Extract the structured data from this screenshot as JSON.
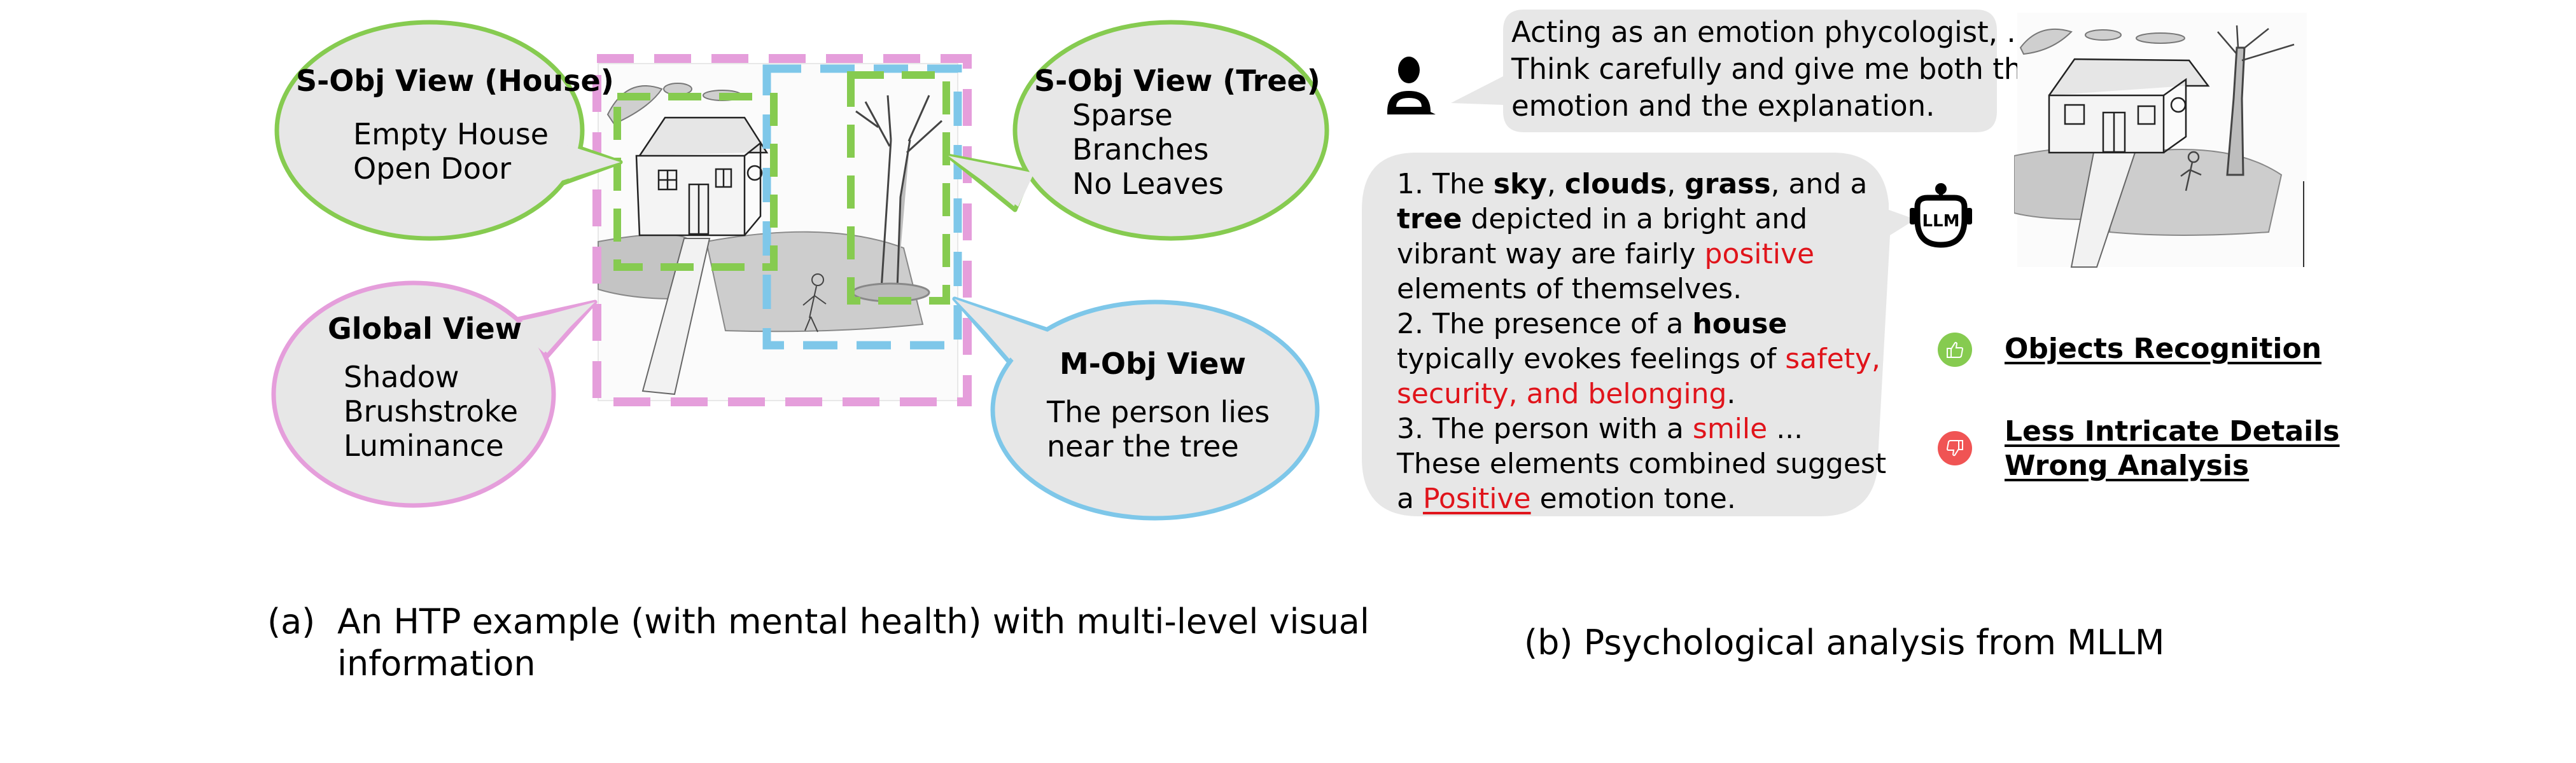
{
  "colors": {
    "global_view": "#e59edb",
    "single_object_view": "#86cb50",
    "multi_object_view": "#7ec7e9",
    "bubble_fill": "#e7e7e7",
    "highlight_red": "#e0141b",
    "thumb_up": "#86cb50",
    "thumb_down": "#f05454"
  },
  "panel_a": {
    "bubbles": {
      "house": {
        "title": "S-Obj View (House)",
        "lines": [
          "Empty House",
          "Open Door"
        ]
      },
      "tree": {
        "title": "S-Obj View (Tree)",
        "lines": [
          "Sparse",
          "Branches",
          "No Leaves"
        ]
      },
      "global": {
        "title": "Global View",
        "lines": [
          "Shadow",
          "Brushstroke",
          "Luminance"
        ]
      },
      "multi": {
        "title": "M-Obj View",
        "lines": [
          "The person lies",
          "near the tree"
        ]
      }
    },
    "drawing": {
      "subject": "HTP pencil drawing: house, tree, person, clouds, grass, path"
    },
    "caption": {
      "label": "(a)",
      "line1": "An HTP example (with mental health) with multi-level visual",
      "line2": "information"
    }
  },
  "panel_b": {
    "user_icon": "person-icon",
    "llm_icon": "robot-llm-icon",
    "llm_icon_label": "LLM",
    "user_prompt": {
      "lines": [
        "Acting as an emotion phycologist, ....",
        "Think carefully and give me both the",
        "emotion and the explanation."
      ]
    },
    "response": {
      "l1": {
        "a": "1. The ",
        "b": "sky",
        "c": ", ",
        "d": "clouds",
        "e": ", ",
        "f": "grass",
        "g": ", and a"
      },
      "l2": {
        "a": "tree",
        "b": " depicted in a bright and"
      },
      "l3": {
        "a": "vibrant way are fairly ",
        "b": "positive"
      },
      "l4": {
        "a": "elements of themselves."
      },
      "l5": {
        "a": "2. The presence of a ",
        "b": "house"
      },
      "l6": {
        "a": "typically evokes feelings of ",
        "b": "safety,"
      },
      "l7": {
        "a": "security, and belonging",
        "b": "."
      },
      "l8": {
        "a": "3. The person with a ",
        "b": "smile",
        "c": " ..."
      },
      "l9": {
        "a": "These elements combined suggest"
      },
      "l10": {
        "a": "a ",
        "b": "Positive",
        "c": " emotion tone."
      }
    },
    "verdicts": [
      {
        "icon": "thumbs-up-icon",
        "lines": [
          "Objects Recognition"
        ]
      },
      {
        "icon": "thumbs-down-icon",
        "lines": [
          "Less Intricate Details",
          "Wrong Analysis"
        ]
      }
    ],
    "caption": "(b) Psychological analysis from MLLM"
  }
}
